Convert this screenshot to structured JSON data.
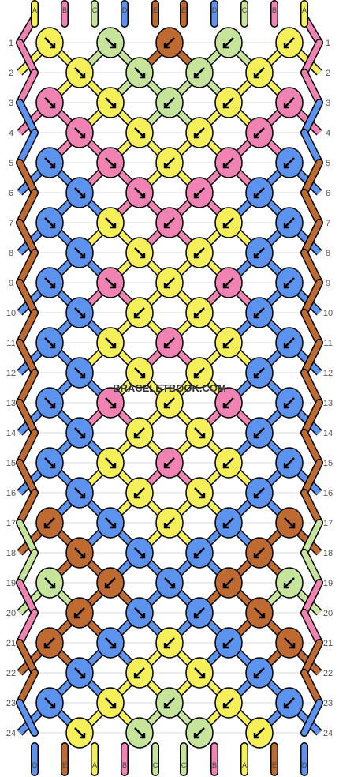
{
  "colors": {
    "A": "#f5f05a",
    "B": "#f083b4",
    "C": "#c6e59a",
    "D": "#5b93ef",
    "E": "#bf6a31"
  },
  "top_strings": [
    "A",
    "B",
    "C",
    "D",
    "E",
    "E",
    "D",
    "C",
    "B",
    "A"
  ],
  "bottom_strings": [
    "D",
    "E",
    "A",
    "B",
    "C",
    "C",
    "B",
    "A",
    "E",
    "D"
  ],
  "row_labels": [
    "1",
    "2",
    "3",
    "4",
    "5",
    "6",
    "7",
    "8",
    "9",
    "10",
    "11",
    "12",
    "13",
    "14",
    "15",
    "16",
    "17",
    "18",
    "19",
    "20",
    "21",
    "22",
    "23",
    "24"
  ],
  "watermark": "BRACELETBOOK.COM"
}
